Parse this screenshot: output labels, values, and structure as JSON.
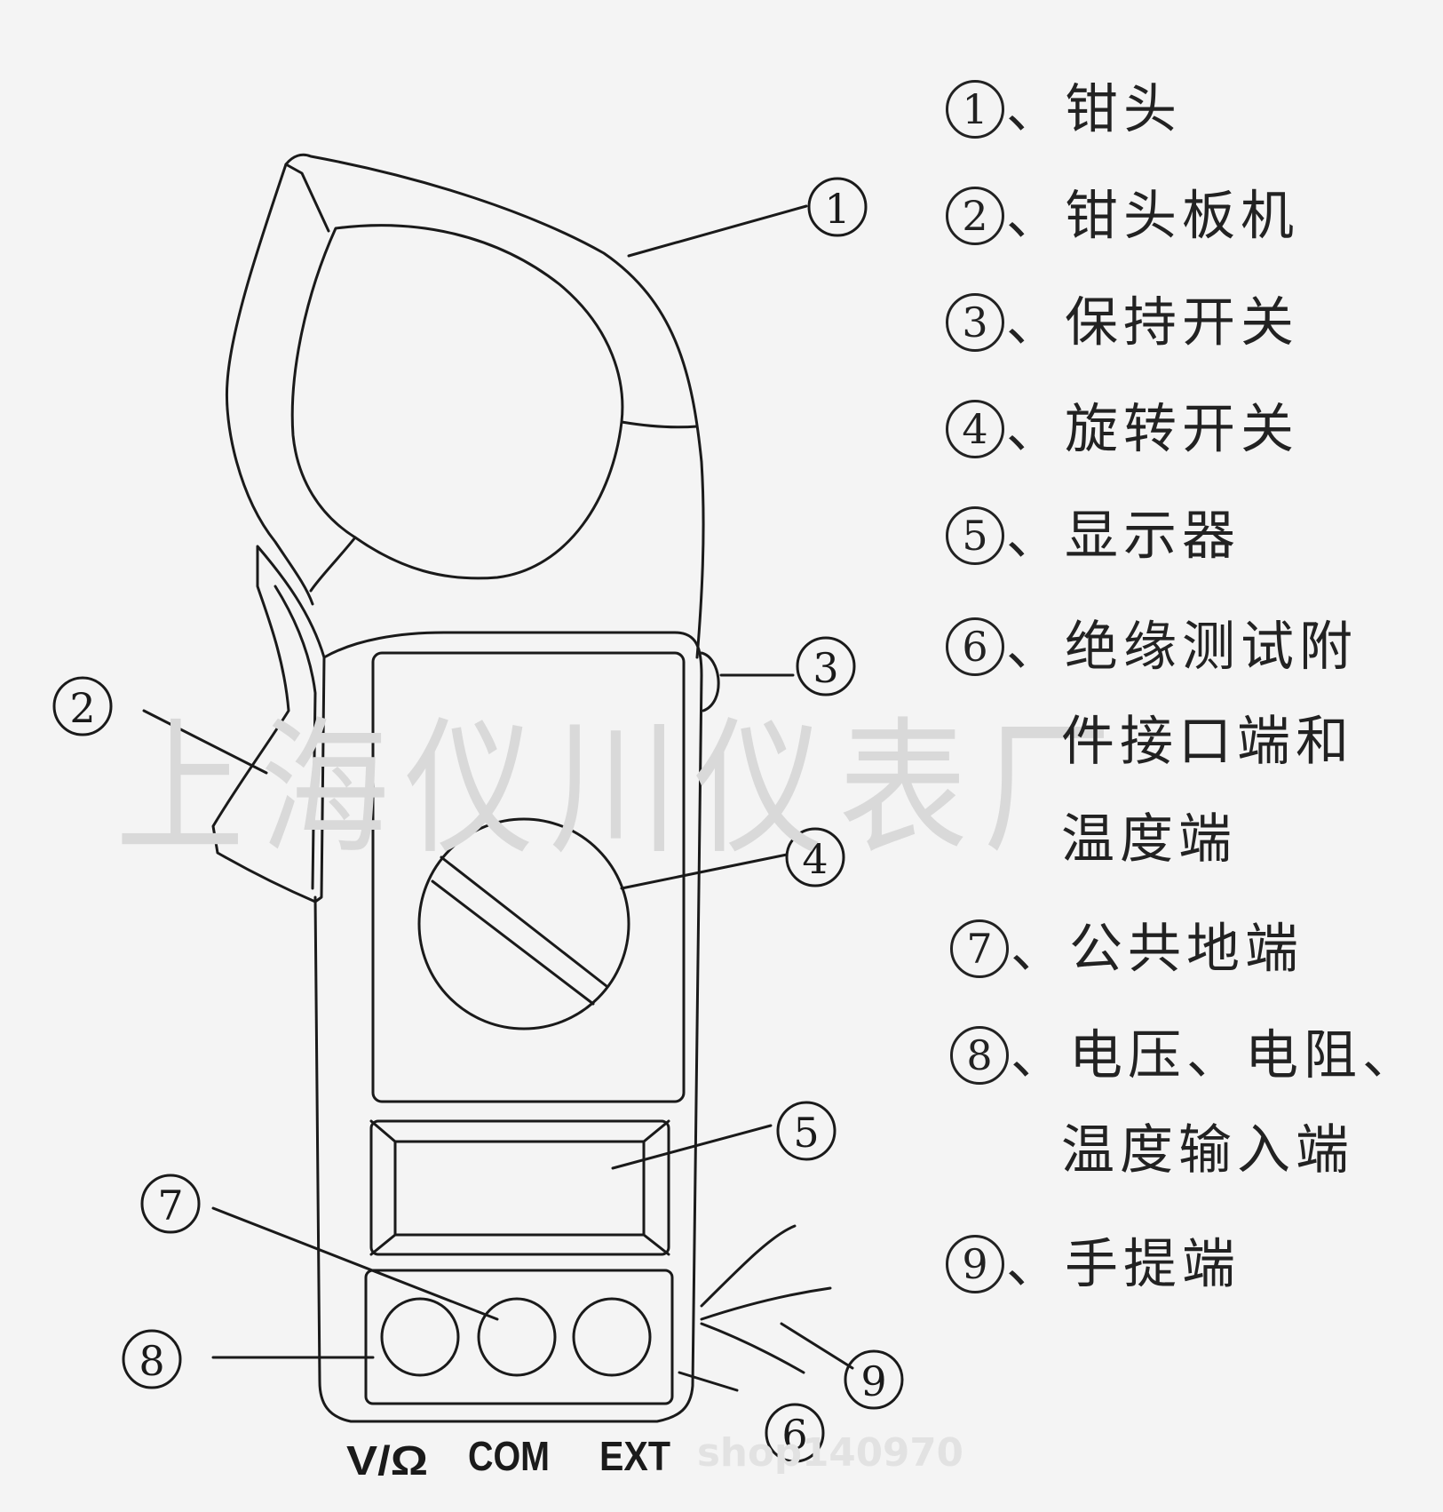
{
  "callouts": [
    "①",
    "②",
    "③",
    "④",
    "⑤",
    "⑥",
    "⑦",
    "⑧",
    "⑨"
  ],
  "ports": {
    "vohm": "V/Ω",
    "com": "COM",
    "ext": "EXT"
  },
  "watermark": "上海仪川仪表厂",
  "shop_mark": "shop140970",
  "legend": [
    {
      "num": "①",
      "lines": [
        "、钳头"
      ]
    },
    {
      "num": "②",
      "lines": [
        "、钳头板机"
      ]
    },
    {
      "num": "③",
      "lines": [
        "、保持开关"
      ]
    },
    {
      "num": "④",
      "lines": [
        "、旋转开关"
      ]
    },
    {
      "num": "⑤",
      "lines": [
        "、显示器"
      ]
    },
    {
      "num": "⑥",
      "lines": [
        "、绝缘测试附",
        "件接口端和",
        "温度端"
      ]
    },
    {
      "num": "⑦",
      "lines": [
        "、公共地端"
      ]
    },
    {
      "num": "⑧",
      "lines": [
        "、电压、电阻、",
        "温度输入端"
      ]
    },
    {
      "num": "⑨",
      "lines": [
        "、手提端"
      ]
    }
  ]
}
